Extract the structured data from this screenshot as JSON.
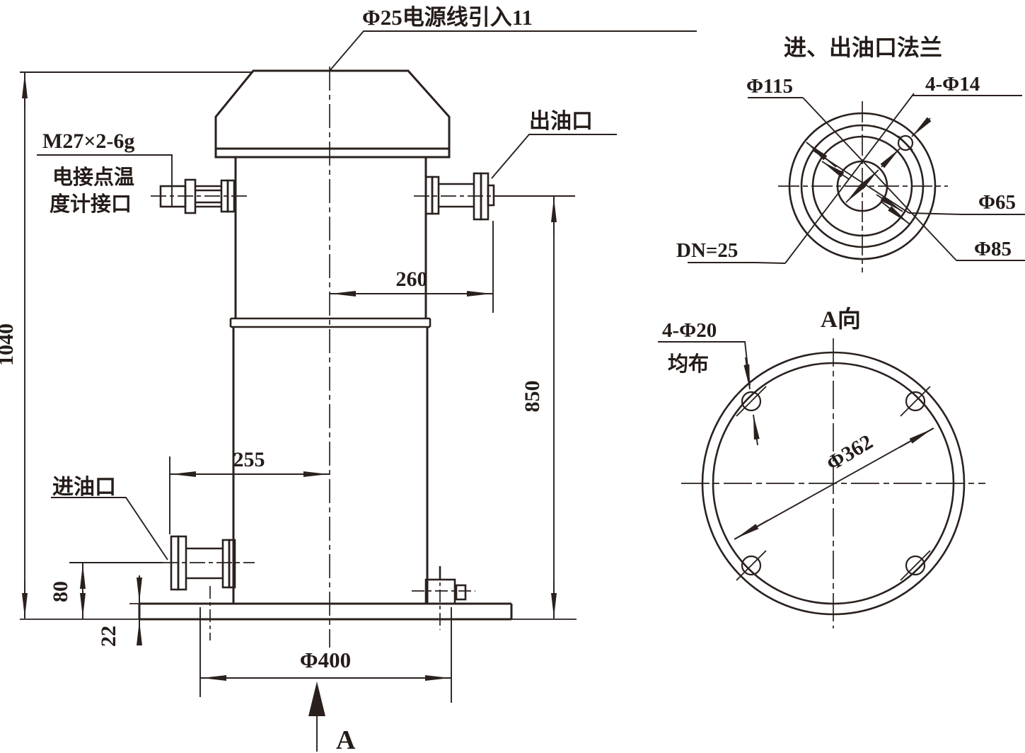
{
  "drawing": {
    "front_view": {
      "power_inlet_label": "Φ25电源线引入11",
      "thread_spec_label": "M27×2-6g",
      "thermometer_port_label_line1": "电接点温",
      "thermometer_port_label_line2": "度计接口",
      "outlet_label": "出油口",
      "inlet_label": "进油口",
      "dim_total_height": "1040",
      "dim_outlet_height": "850",
      "dim_outlet_reach": "260",
      "dim_inlet_reach": "255",
      "dim_inlet_height": "80",
      "dim_base_thickness": "22",
      "dim_base_diameter": "Φ400",
      "view_direction_label": "A"
    },
    "flange_view": {
      "title": "进、出油口法兰",
      "dim_outer_diameter": "Φ115",
      "dim_bolt_holes": "4-Φ14",
      "dim_raised_face": "Φ65",
      "dim_bolt_circle": "Φ85",
      "dim_nominal_bore": "DN=25"
    },
    "a_view": {
      "title": "A向",
      "dim_bolt_holes": "4-Φ20",
      "dim_bolt_holes_note": "均布",
      "dim_bolt_circle": "Φ362"
    },
    "colors": {
      "line": "#2a211e",
      "background": "#ffffff"
    }
  }
}
